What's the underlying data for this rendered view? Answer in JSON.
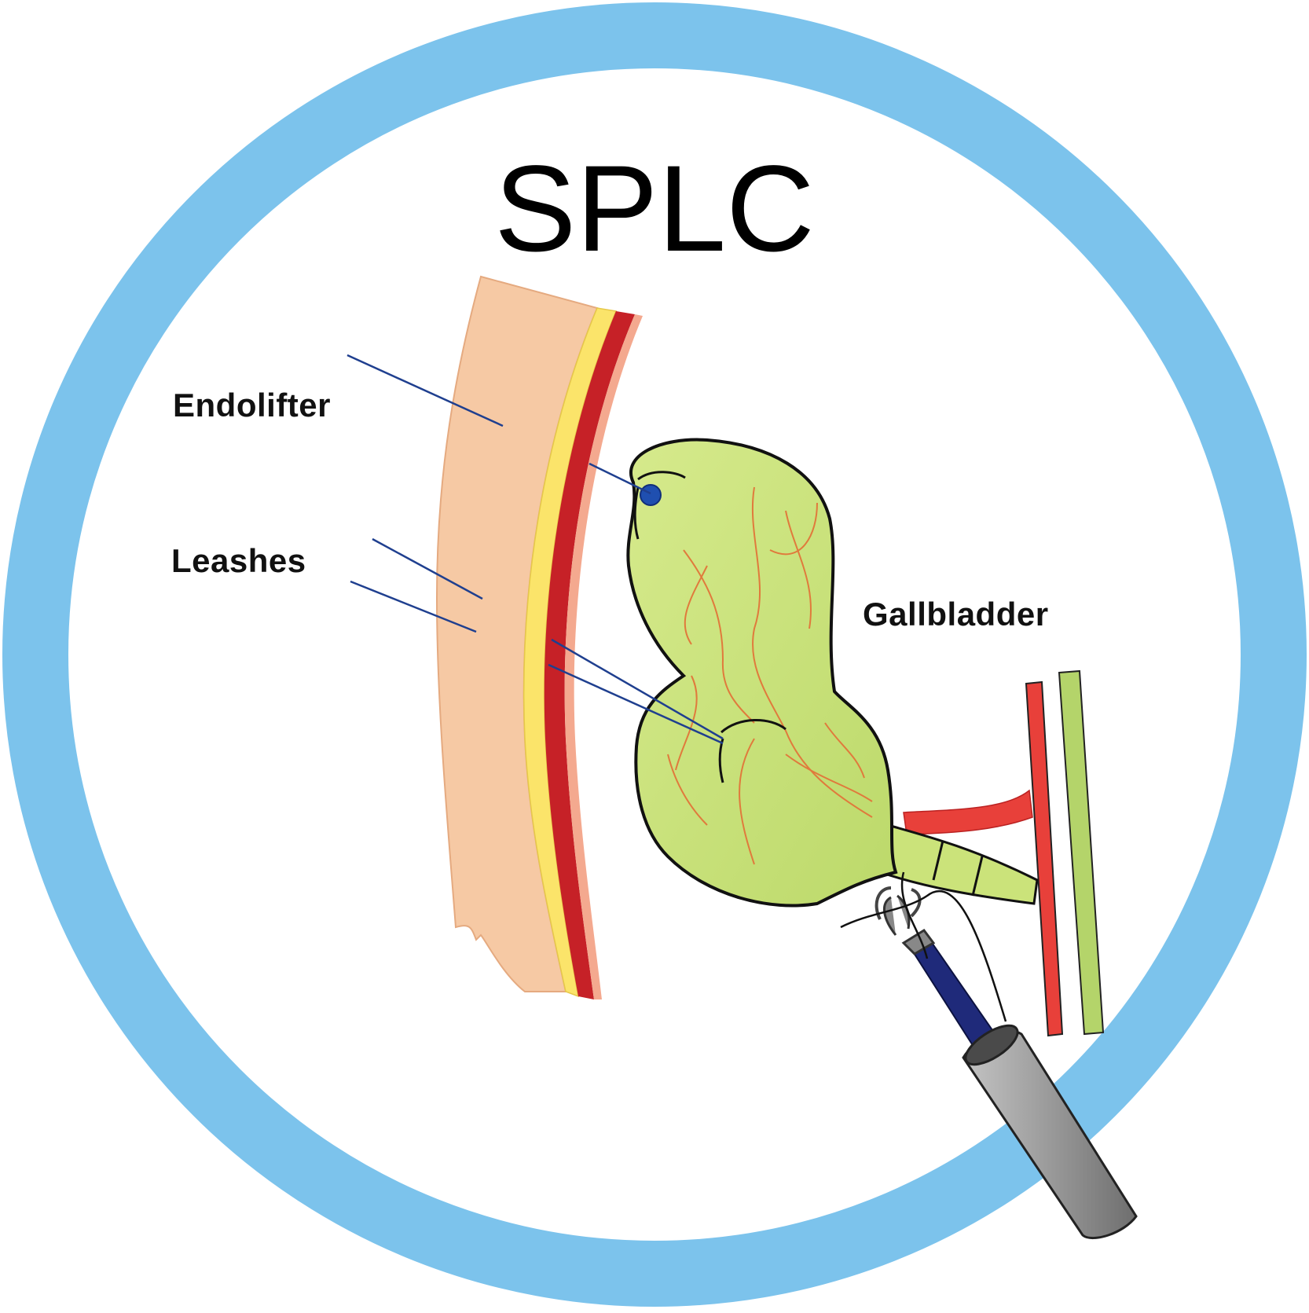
{
  "title": "SPLC",
  "labels": {
    "endolifter": "Endolifter",
    "leashes": "Leashes",
    "gallbladder": "Gallbladder"
  },
  "colors": {
    "ring": "#7cc3ec",
    "skin": "#f6c9a4",
    "fat": "#fbe46a",
    "muscle": "#c62127",
    "gallbladder": "#cbe37a",
    "vessel_red": "#e8403a",
    "vessel_green": "#b4d46a",
    "suture": "#1f3f8f",
    "trocar": "#9a9a9a",
    "grasper_shaft": "#1f2a7a"
  }
}
